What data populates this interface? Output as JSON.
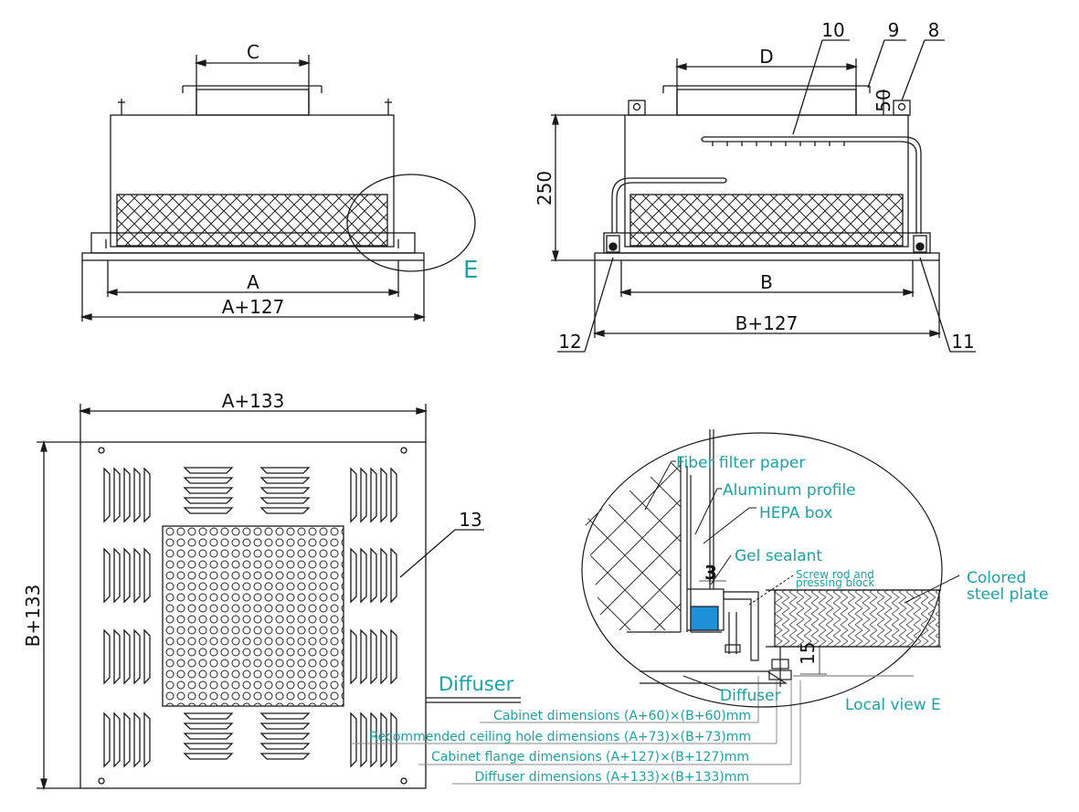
{
  "front_view": {
    "dim_top": "C",
    "dim_inner": "A",
    "dim_outer": "A+127",
    "detail_marker": "E"
  },
  "side_view": {
    "dim_top": "D",
    "dim_inner": "B",
    "dim_outer": "B+127",
    "dim_height": "250",
    "dim_collar": "50",
    "callouts": [
      "10",
      "9",
      "8",
      "12",
      "11"
    ]
  },
  "plan_view": {
    "dim_width": "A+133",
    "dim_height": "B+133",
    "callout": "13",
    "diffuser_label": "Diffuser"
  },
  "dimension_notes": [
    "Cabinet dimensions (A+60)×(B+60)mm",
    "Recommended ceiling hole dimensions (A+73)×(B+73)mm",
    "Cabinet flange dimensions (A+127)×(B+127)mm",
    "Diffuser dimensions (A+133)×(B+133)mm"
  ],
  "detail_view": {
    "labels": {
      "fiber_filter_paper": "Fiber filter paper",
      "aluminum_profile": "Aluminum profile",
      "hepa_box": "HEPA box",
      "gel_sealant": "Gel sealant",
      "screw_rod_line1": "Screw rod and",
      "screw_rod_line2": "pressing block",
      "colored_steel_line1": "Colored",
      "colored_steel_line2": "steel plate",
      "diffuser": "Diffuser",
      "local_view": "Local view E"
    },
    "dim_gap": "3",
    "dim_drop": "15"
  },
  "colors": {
    "line": "#1a1a1a",
    "annotation": "#1aa3a6",
    "gel": "#1e90d8"
  }
}
